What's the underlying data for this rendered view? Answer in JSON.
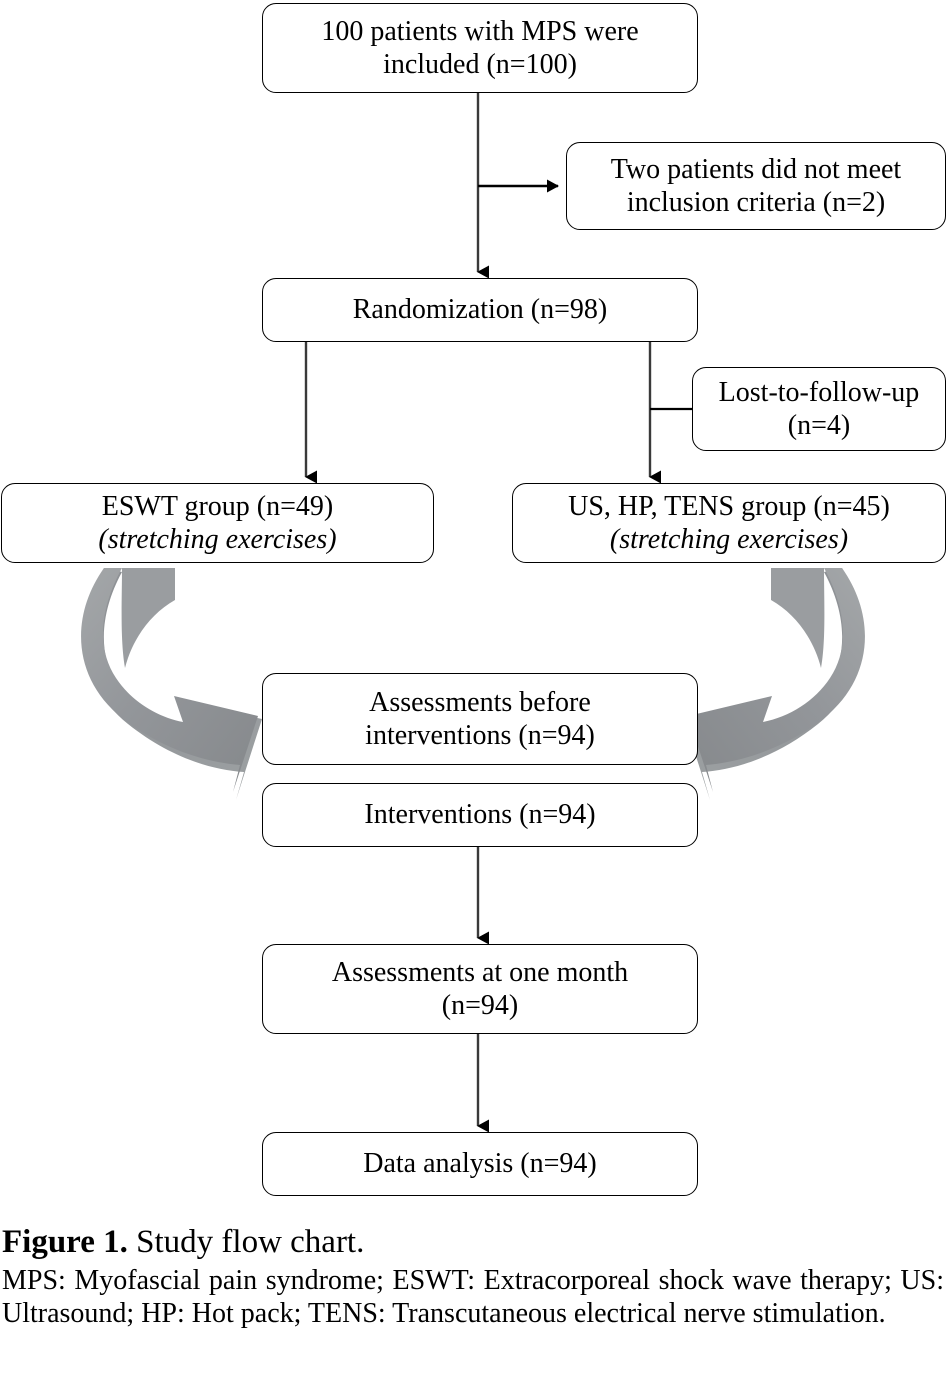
{
  "figure": {
    "label": "Figure 1.",
    "title": "Study flow chart.",
    "abbreviations": "MPS: Myofascial pain syndrome; ESWT: Extracorporeal shock wave therapy; US: Ultrasound; HP: Hot pack; TENS: Transcutaneous electrical nerve stimulation."
  },
  "colors": {
    "node_border": "#000000",
    "node_fill": "#ffffff",
    "connector": "#3a3a3a",
    "curved_arrow_light": "#9fa2a4",
    "curved_arrow_mid": "#8e9194",
    "curved_arrow_dark": "#7d8083",
    "text": "#000000"
  },
  "chart_data": {
    "type": "diagram",
    "title": "Study flow chart",
    "nodes": [
      {
        "id": "included",
        "line1": "100 patients with MPS were",
        "line2": "included (n=100)",
        "n": 100
      },
      {
        "id": "excluded",
        "line1": "Two patients did not meet",
        "line2": "inclusion criteria (n=2)",
        "n": 2
      },
      {
        "id": "random",
        "line1": "Randomization (n=98)",
        "line2": "",
        "n": 98
      },
      {
        "id": "lost",
        "line1": "Lost-to-follow-up",
        "line2": "(n=4)",
        "n": 4
      },
      {
        "id": "eswt",
        "line1": "ESWT group (n=49)",
        "line2": "(stretching exercises)",
        "n": 49
      },
      {
        "id": "ushptens",
        "line1": "US, HP, TENS group (n=45)",
        "line2": "(stretching exercises)",
        "n": 45
      },
      {
        "id": "assessbef",
        "line1": "Assessments before",
        "line2": "interventions (n=94)",
        "n": 94
      },
      {
        "id": "interv",
        "line1": "Interventions (n=94)",
        "line2": "",
        "n": 94
      },
      {
        "id": "assess1m",
        "line1": "Assessments at one month",
        "line2": "(n=94)",
        "n": 94
      },
      {
        "id": "dataanal",
        "line1": "Data analysis (n=94)",
        "line2": "",
        "n": 94
      }
    ],
    "edges": [
      {
        "from": "included",
        "to": "excluded",
        "style": "elbow-arrow"
      },
      {
        "from": "included",
        "to": "random",
        "style": "straight-arrow"
      },
      {
        "from": "random",
        "to": "eswt",
        "style": "straight-arrow"
      },
      {
        "from": "random",
        "to": "ushptens",
        "style": "straight-arrow"
      },
      {
        "from": "lost",
        "to": "random",
        "style": "plain-line"
      },
      {
        "from": "eswt",
        "to": "assessbef",
        "style": "curved-block-arrow"
      },
      {
        "from": "ushptens",
        "to": "assessbef",
        "style": "curved-block-arrow"
      },
      {
        "from": "interv",
        "to": "assess1m",
        "style": "straight-arrow"
      },
      {
        "from": "assess1m",
        "to": "dataanal",
        "style": "straight-arrow"
      }
    ]
  }
}
